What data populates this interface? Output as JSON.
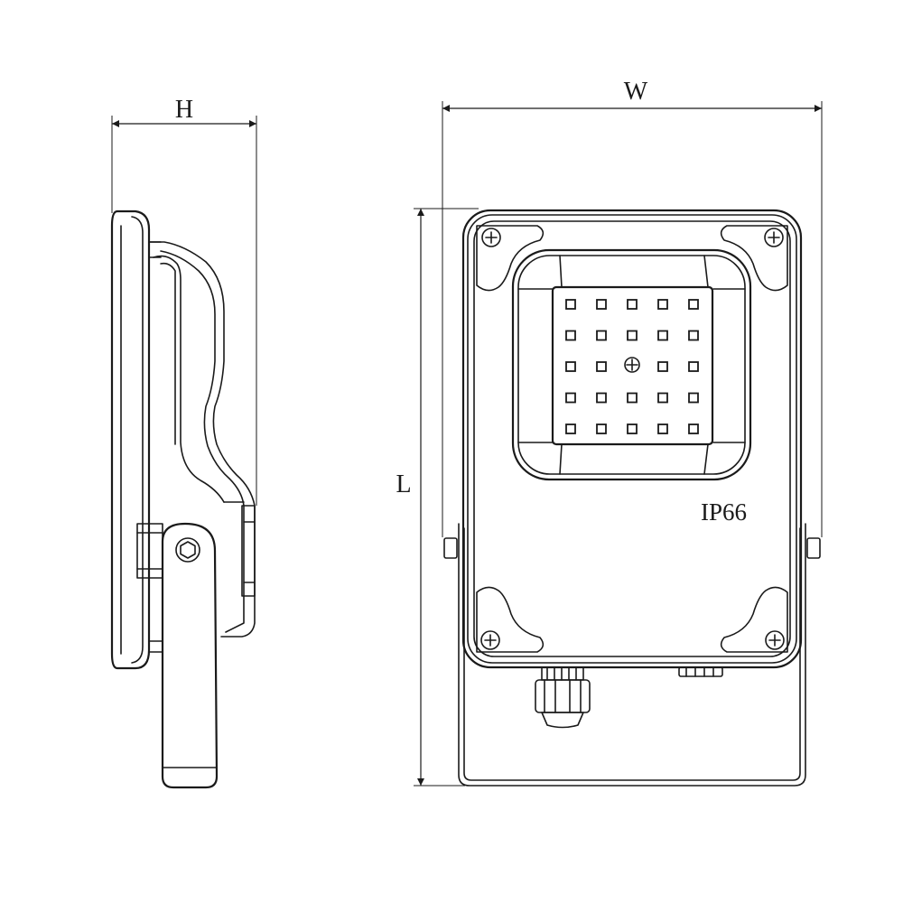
{
  "dimensions": {
    "height_label": "H",
    "width_label": "W",
    "length_label": "L"
  },
  "front_view": {
    "rating_label": "IP66",
    "led_array": {
      "rows": 5,
      "columns": 5
    }
  },
  "colors": {
    "line": "#1a1a1a",
    "background": "#ffffff"
  }
}
